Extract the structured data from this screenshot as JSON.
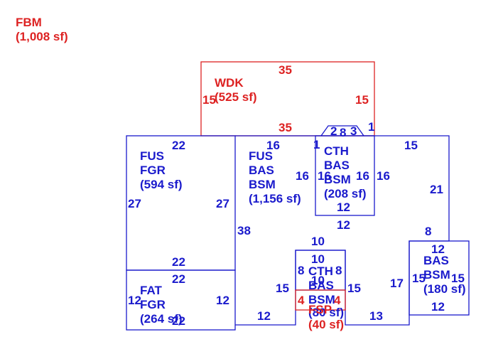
{
  "fbm": {
    "code": "FBM",
    "area": "(1,008 sf)"
  },
  "wdk": {
    "code": "WDK",
    "area": "(525 sf)",
    "dims": {
      "top": "35",
      "bottom": "35",
      "left": "15",
      "right": "15"
    }
  },
  "fus_fgr": {
    "line1": "FUS",
    "line2": "FGR",
    "area": "(594 sf)",
    "dims": {
      "top": "22",
      "left": "27",
      "right": "27",
      "bottom": "22"
    }
  },
  "fus_bas": {
    "line1": "FUS",
    "line2": "BAS",
    "line3": "BSM",
    "area": "(1,156 sf)",
    "dims": {
      "top": "16",
      "left": "38",
      "bottom": "12"
    }
  },
  "cth_top": {
    "line1": "CTH",
    "line2": "BAS",
    "line3": "BSM",
    "area": "(208 sf)",
    "dims": {
      "top": "2",
      "top2": "8",
      "top3": "3",
      "corner_left": "1",
      "corner_right": "1",
      "left": "16",
      "left2": "16",
      "right": "16",
      "right2": "16",
      "bottom": "12",
      "bottom2": "12"
    }
  },
  "east": {
    "dims": {
      "top": "15",
      "right": "21",
      "bottom": "13",
      "left": "17",
      "step": "8"
    }
  },
  "bas_right": {
    "line1": "BAS",
    "line2": "BSM",
    "area": "(180 sf)",
    "dims": {
      "top": "12",
      "left": "15",
      "right": "15",
      "bottom": "12"
    }
  },
  "fat_fgr": {
    "line1": "FAT",
    "line2": "FGR",
    "area": "(264 sf)",
    "dims": {
      "top": "22",
      "left": "12",
      "right": "12",
      "bottom": "22"
    }
  },
  "cth_bottom": {
    "line1": "CTH",
    "line2": "BAS",
    "line3": "BSM",
    "area": "(80 sf)",
    "dims": {
      "top": "10",
      "top2": "10",
      "left": "8",
      "right": "8",
      "left2": "15",
      "right2": "15",
      "inner": "10"
    }
  },
  "fsp": {
    "code": "FSP",
    "area": "(40 sf)",
    "dims": {
      "left": "4",
      "right": "4"
    }
  }
}
